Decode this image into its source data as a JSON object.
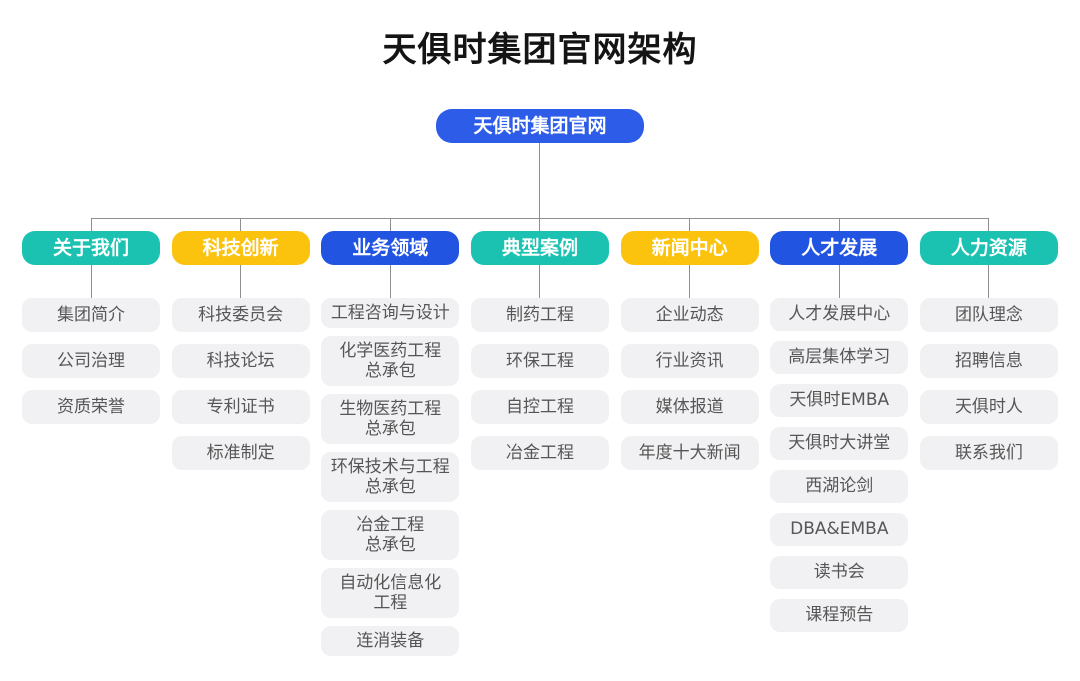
{
  "page": {
    "title": "天俱时集团官网架构"
  },
  "root": {
    "label": "天俱时集团官网",
    "color": "#2c5ce8"
  },
  "colors": {
    "teal": "#1bc2b2",
    "yellow": "#fbc30e",
    "blue": "#2254e2",
    "root_blue": "#2c5ce8",
    "item_bg": "#f1f1f3",
    "item_text": "#565656",
    "connector": "#8f8f8f"
  },
  "columns": [
    {
      "label": "关于我们",
      "color": "#1bc2b2",
      "items": [
        "集团简介",
        "公司治理",
        "资质荣誉"
      ]
    },
    {
      "label": "科技创新",
      "color": "#fbc30e",
      "items": [
        "科技委员会",
        "科技论坛",
        "专利证书",
        "标准制定"
      ]
    },
    {
      "label": "业务领域",
      "color": "#2254e2",
      "items": [
        "工程咨询与设计",
        "化学医药工程\n总承包",
        "生物医药工程\n总承包",
        "环保技术与工程\n总承包",
        "冶金工程\n总承包",
        "自动化信息化\n工程",
        "连消装备"
      ]
    },
    {
      "label": "典型案例",
      "color": "#1bc2b2",
      "items": [
        "制药工程",
        "环保工程",
        "自控工程",
        "冶金工程"
      ]
    },
    {
      "label": "新闻中心",
      "color": "#fbc30e",
      "items": [
        "企业动态",
        "行业资讯",
        "媒体报道",
        "年度十大新闻"
      ]
    },
    {
      "label": "人才发展",
      "color": "#2254e2",
      "items": [
        "人才发展中心",
        "高层集体学习",
        "天俱时EMBA",
        "天俱时大讲堂",
        "西湖论剑",
        "DBA&EMBA",
        "读书会",
        "课程预告"
      ]
    },
    {
      "label": "人力资源",
      "color": "#1bc2b2",
      "items": [
        "团队理念",
        "招聘信息",
        "天俱时人",
        "联系我们"
      ]
    }
  ]
}
